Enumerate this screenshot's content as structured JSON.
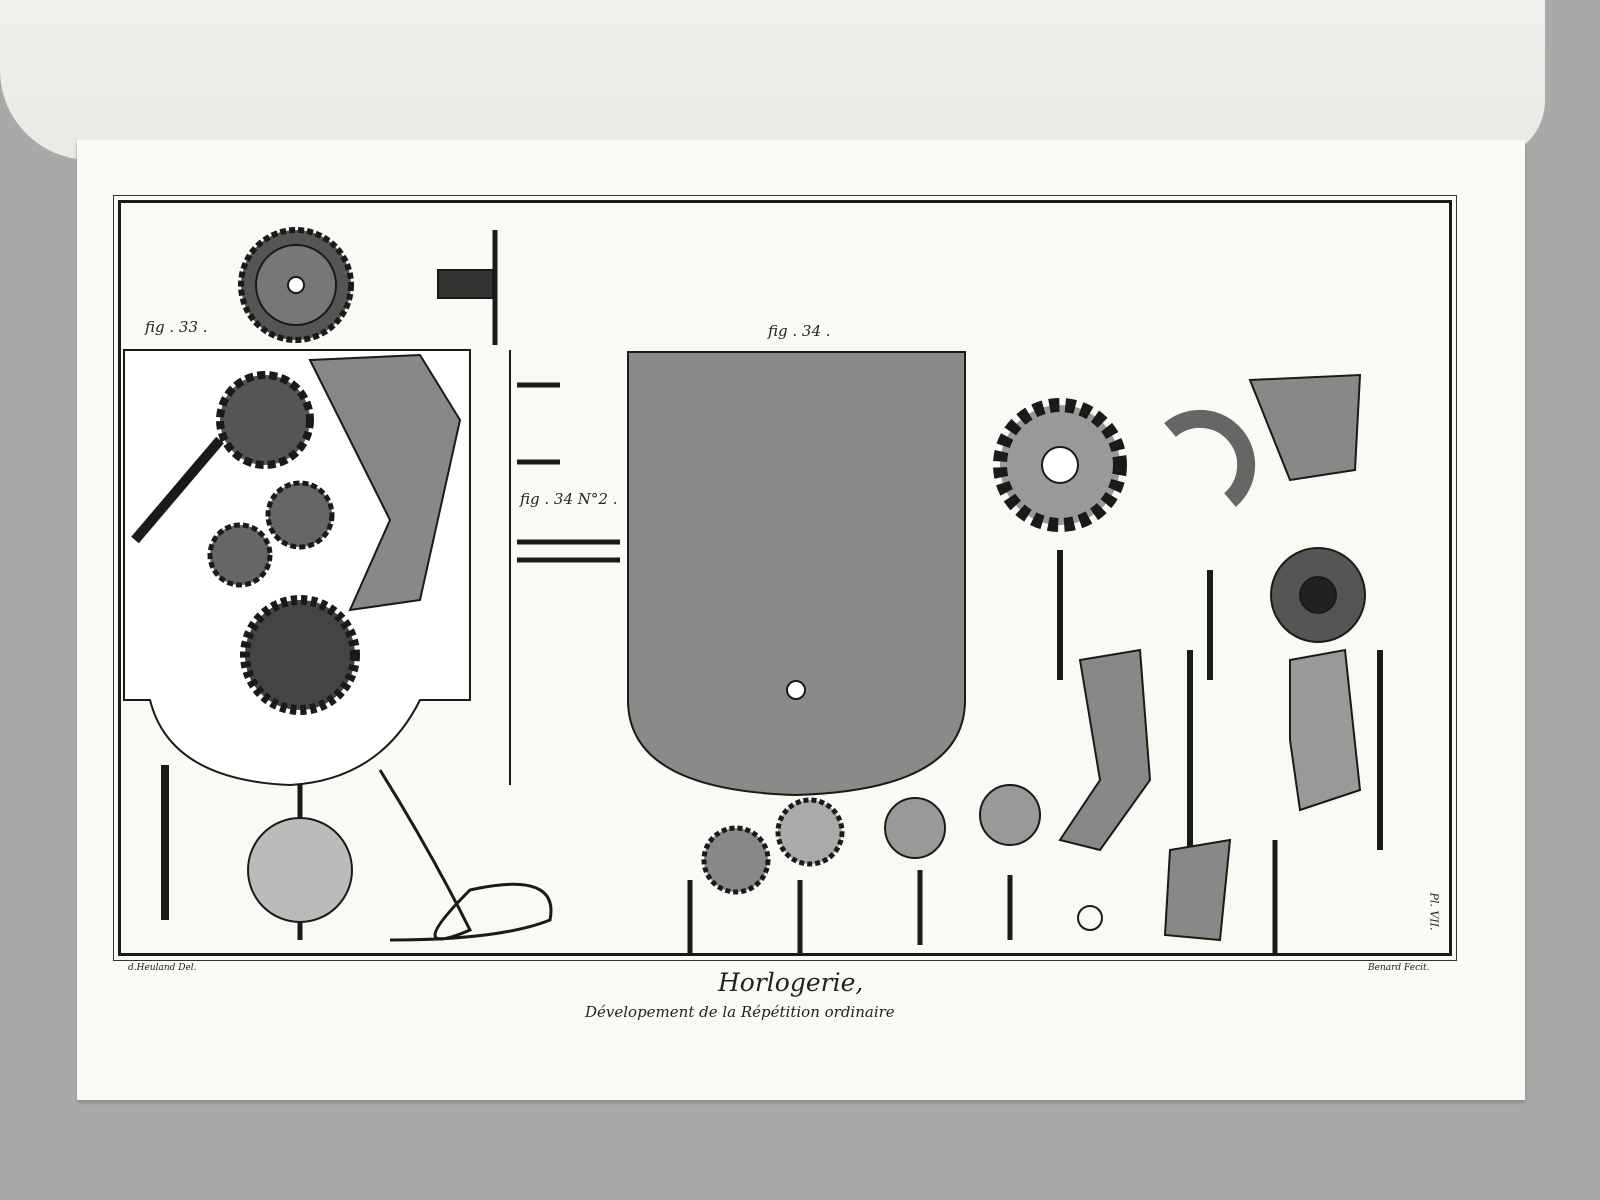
{
  "plate": {
    "figure_labels": [
      "fig . 33 .",
      "fig . 34 .",
      "fig . 34 N°2 ."
    ],
    "draughtsman": "d.Heuland Del.",
    "engraver": "Benard Fecit.",
    "plate_number": "Pl. VII.",
    "title": "Horlogerie,",
    "subtitle": "Dévelopement de la Répétition ordinaire"
  },
  "colors": {
    "ink": "#1a1a1a",
    "paper": "#fbf9f3",
    "background": "#a7aaa9"
  }
}
